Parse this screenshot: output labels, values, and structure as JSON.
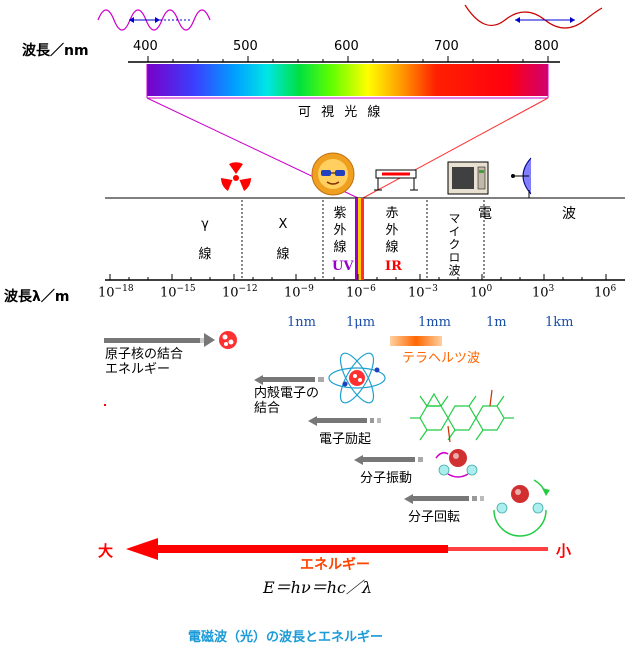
{
  "top_scale": {
    "title": "波長／nm",
    "ticks": [
      "400",
      "500",
      "600",
      "700",
      "800"
    ],
    "visible_label": "可 視 光 線"
  },
  "regions": [
    {
      "id": "gamma",
      "lines": [
        "γ",
        "線"
      ]
    },
    {
      "id": "xray",
      "lines": [
        "X",
        "線"
      ]
    },
    {
      "id": "uv",
      "lines": [
        "紫",
        "外",
        "線"
      ],
      "tag": "UV"
    },
    {
      "id": "ir",
      "lines": [
        "赤",
        "外",
        "線"
      ],
      "tag": "IR"
    },
    {
      "id": "microwave",
      "text": "マイクロ波"
    },
    {
      "id": "radio",
      "text": "電　　　　　波"
    }
  ],
  "bottom_scale": {
    "title": "波長λ／m",
    "ticks": [
      {
        "base": "10",
        "exp": "−18"
      },
      {
        "base": "10",
        "exp": "−15"
      },
      {
        "base": "10",
        "exp": "−12"
      },
      {
        "base": "10",
        "exp": "−9"
      },
      {
        "base": "10",
        "exp": "−6"
      },
      {
        "base": "10",
        "exp": "−3"
      },
      {
        "base": "10",
        "exp": "0"
      },
      {
        "base": "10",
        "exp": "3"
      },
      {
        "base": "10",
        "exp": "6"
      }
    ],
    "units": [
      "1nm",
      "1μm",
      "1mm",
      "1m",
      "1km"
    ]
  },
  "terahertz_label": "テラヘルツ波",
  "phenomena": [
    {
      "id": "nuclear",
      "lines": [
        "原子核の結合",
        "エネルギー"
      ]
    },
    {
      "id": "inner_shell",
      "lines": [
        "内殻電子の",
        "結合"
      ]
    },
    {
      "id": "electron_excitation",
      "lines": [
        "電子励起"
      ]
    },
    {
      "id": "vibration",
      "lines": [
        "分子振動"
      ]
    },
    {
      "id": "rotation",
      "lines": [
        "分子回転"
      ]
    }
  ],
  "energy": {
    "large": "大",
    "small": "小",
    "label": "エネルギー",
    "formula": "E＝hν＝hc／λ"
  },
  "caption": "電磁波（光）の波長とエネルギー",
  "colors": {
    "arrow_red": "#ff0000",
    "unit_blue": "#1a4ea8",
    "caption_blue": "#1a9ad6",
    "gray_arrow": "#777777",
    "uv_purple": "#9900cc",
    "ir_red": "#ff0000",
    "thz_orange": "#ff6600"
  },
  "icons": [
    "radiation-icon",
    "sun-glasses-icon",
    "heater-icon",
    "microwave-oven-icon",
    "satellite-dish-icon"
  ]
}
